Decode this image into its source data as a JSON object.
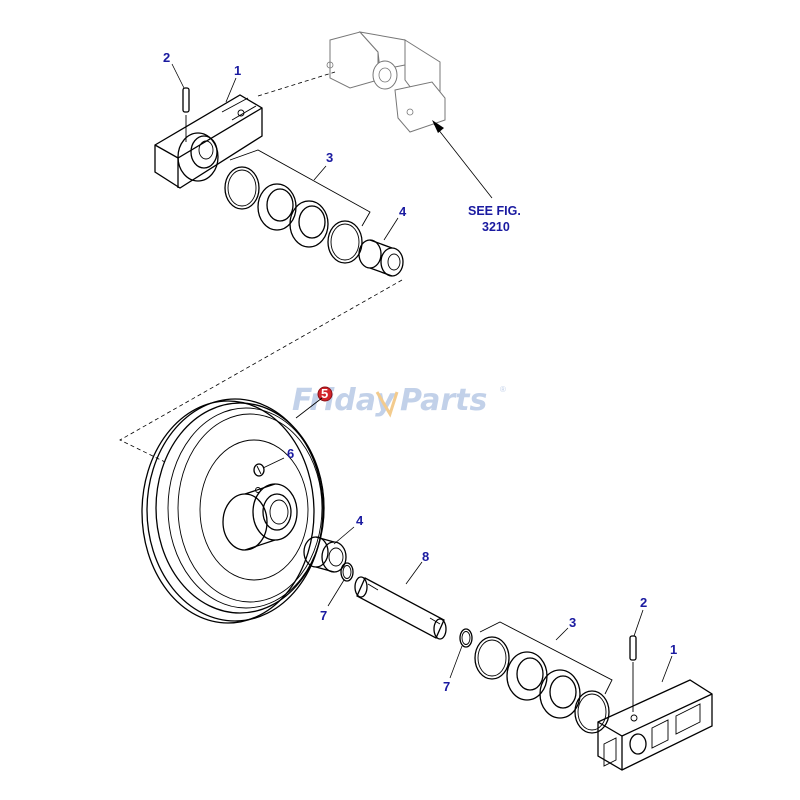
{
  "diagram": {
    "callouts": {
      "top_pin": "2",
      "top_bracket": "1",
      "top_seal_group": "3",
      "top_bushing": "4",
      "idler": "5",
      "plug": "6",
      "bottom_bushing": "4",
      "ring_left": "7",
      "shaft": "8",
      "bottom_seal_group": "3",
      "bottom_pin": "2",
      "bottom_bracket": "1",
      "ring_right": "7"
    },
    "see_fig": {
      "line1": "SEE FIG.",
      "line2": "3210"
    }
  },
  "watermark": {
    "part1": "Friday",
    "part2": "Parts",
    "mark": "®"
  },
  "colors": {
    "callout": "#1a1aa0",
    "watermark_blue": "#b8c9e6",
    "watermark_orange": "#f2c27a",
    "marker": "#d2232a"
  }
}
